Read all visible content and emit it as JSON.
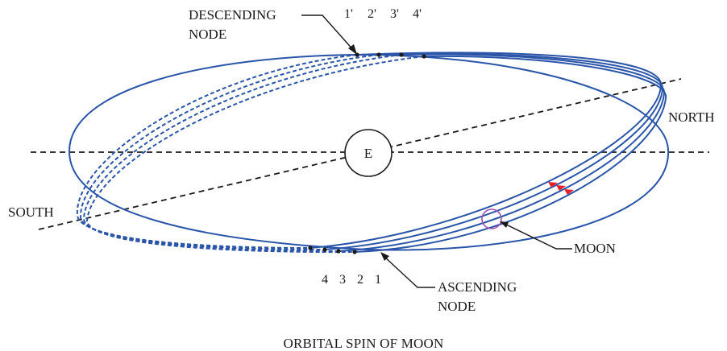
{
  "labels": {
    "descending_node_line1": "DESCENDING",
    "descending_node_line2": "NODE",
    "ascending_node_line1": "ASCENDING",
    "ascending_node_line2": "NODE",
    "north": "NORTH",
    "south": "SOUTH",
    "moon": "MOON",
    "earth": "E",
    "caption": "ORBITAL SPIN OF MOON"
  },
  "descending_ticks": [
    "1'",
    "2'",
    "3'",
    "4'"
  ],
  "ascending_ticks": [
    "4",
    "3",
    "2",
    "1"
  ],
  "colors": {
    "orbit": "#2a55a8",
    "arrow": "#e8212a",
    "moon": "#a050b4",
    "axis": "#1a1a1a"
  }
}
